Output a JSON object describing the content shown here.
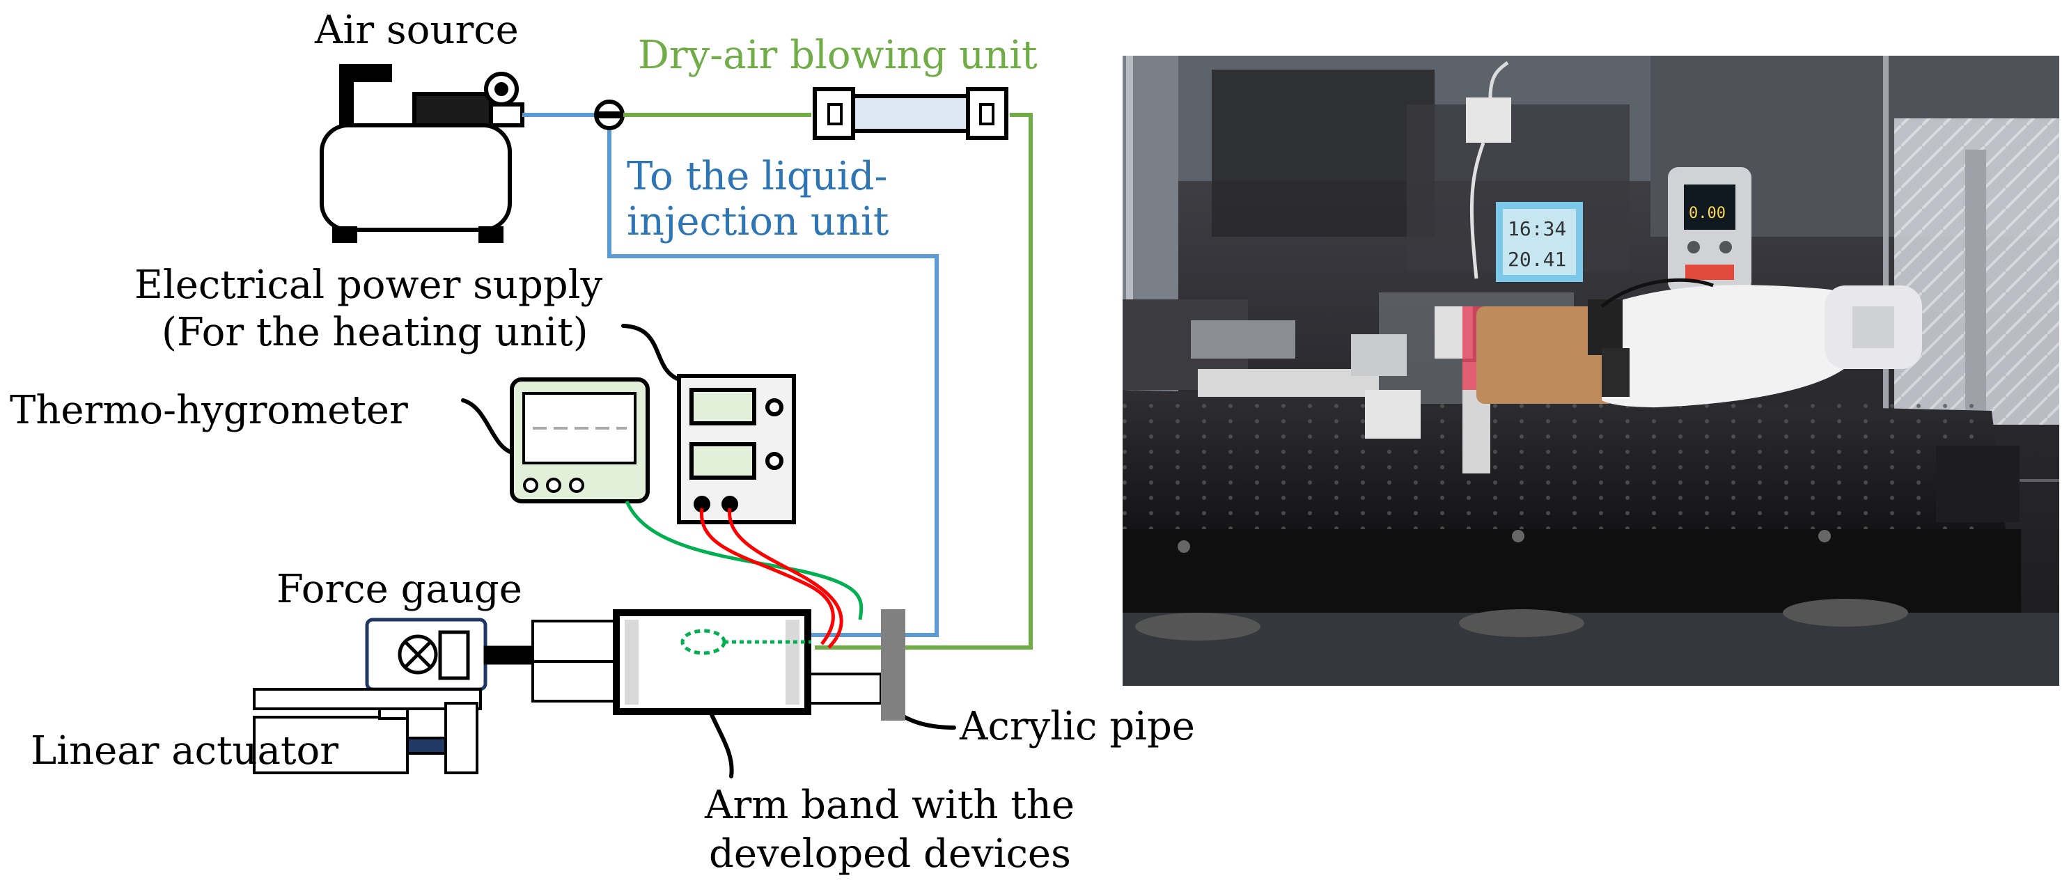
{
  "labels": {
    "air_source": "Air source",
    "dry_air_unit": "Dry-air blowing unit",
    "liquid_line1": "To the liquid-",
    "liquid_line2": "injection unit",
    "power_line1": "Electrical power supply",
    "power_line2": "(For the heating unit)",
    "thermo": "Thermo-hygrometer",
    "force_gauge": "Force gauge",
    "linear_actuator": "Linear actuator",
    "acrylic_pipe": "Acrylic pipe",
    "arm_band_line1": "Arm band with the",
    "arm_band_line2": "developed devices"
  },
  "colors": {
    "air_line": "#5b9bd5",
    "dry_air_line": "#70ad47",
    "liquid_text": "#2e75b6",
    "dry_air_text": "#70ad47",
    "thermo_fill": "#e2f0d9",
    "gauge_border": "#1f3864",
    "wire_red": "#ff0000",
    "wire_green": "#00b050"
  },
  "photo": {
    "clock_line1": "16:34",
    "clock_line2": "20.41",
    "gauge_readout": "0.00"
  }
}
